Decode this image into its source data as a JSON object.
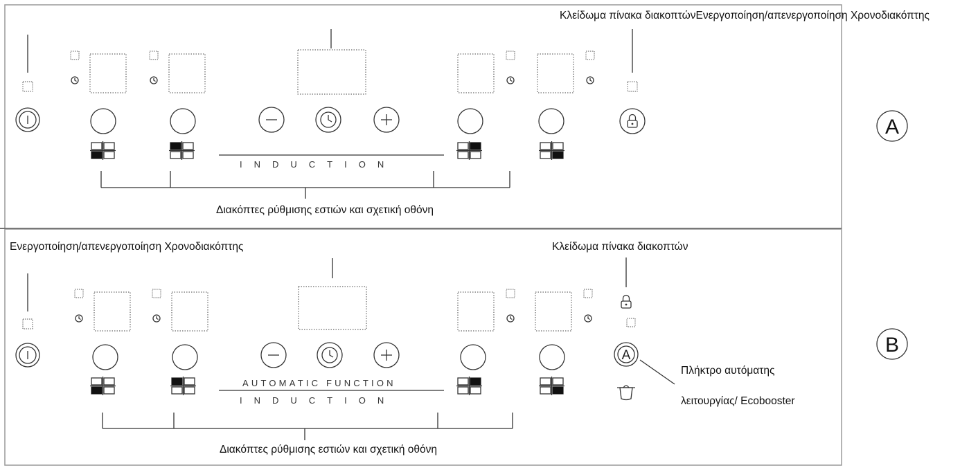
{
  "panel_a": {
    "letter": "A",
    "top_label_lock_timer": "Κλείδωμα πίνακα διακοπτώνΕνεργοποίηση/απενεργοποίηση Χρονοδιακόπτης",
    "bottom_label": "Διακόπτες ρύθμισης εστιών και σχετική οθόνη",
    "induction_word": "INDUCTION"
  },
  "panel_b": {
    "letter": "B",
    "top_left_label": "Ενεργοποίηση/απενεργοποίηση Χρονοδιακόπτης",
    "top_right_label": "Κλείδωμα πίνακα διακοπτών",
    "auto_key_label_line1": "Πλήκτρο αυτόματης",
    "auto_key_label_line2": "λειτουργίας/ Ecobooster",
    "bottom_label": "Διακόπτες ρύθμισης εστιών και σχετική οθόνη",
    "automatic_word": "AUTOMATIC FUNCTION",
    "induction_word": "INDUCTION",
    "auto_key_glyph": "A"
  },
  "colors": {
    "line": "#333333",
    "frame": "#9a9a9a",
    "fill_dark": "#111111"
  }
}
